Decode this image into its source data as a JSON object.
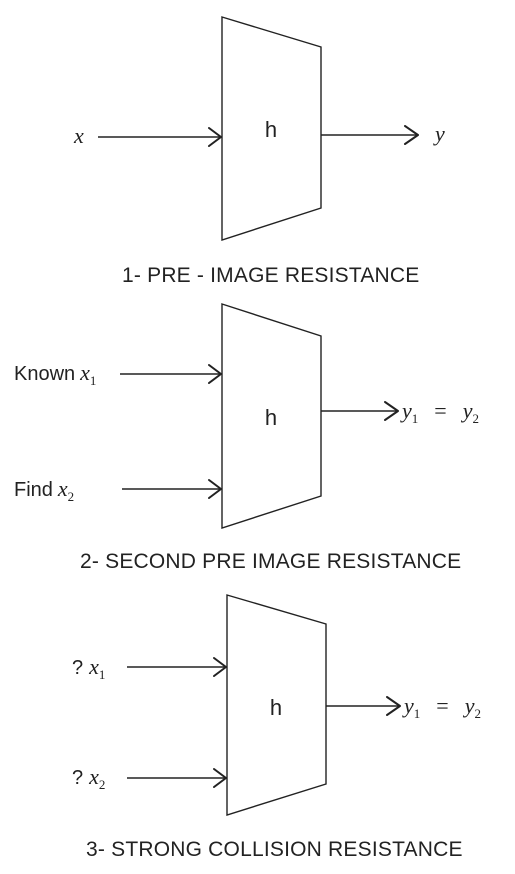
{
  "panel1": {
    "function_label": "h",
    "input": {
      "var": "x"
    },
    "output": {
      "var": "y"
    },
    "caption": "1-  PRE - IMAGE RESISTANCE"
  },
  "panel2": {
    "function_label": "h",
    "input1": {
      "prefix": "Known",
      "var": "x",
      "sub": "1"
    },
    "input2": {
      "prefix": "Find",
      "var": "x",
      "sub": "2"
    },
    "output": {
      "left_var": "y",
      "left_sub": "1",
      "equals": "=",
      "right_var": "y",
      "right_sub": "2"
    },
    "caption": "2-  SECOND PRE IMAGE RESISTANCE"
  },
  "panel3": {
    "function_label": "h",
    "input1": {
      "prefix": "?",
      "var": "x",
      "sub": "1"
    },
    "input2": {
      "prefix": "?",
      "var": "x",
      "sub": "2"
    },
    "output": {
      "left_var": "y",
      "left_sub": "1",
      "equals": "=",
      "right_var": "y",
      "right_sub": "2"
    },
    "caption": "3-  STRONG COLLISION RESISTANCE"
  }
}
